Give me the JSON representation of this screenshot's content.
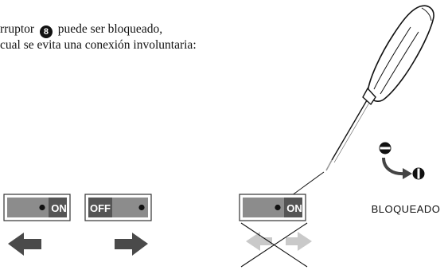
{
  "instruction": {
    "line1_before": "rruptor",
    "number": "8",
    "line1_after": "puede ser bloqueado,",
    "line2": "cual se evita una conexión involuntaria:"
  },
  "switches": {
    "on_label": "ON",
    "off_label": "OFF"
  },
  "lock": {
    "label": "BLOQUEADO"
  },
  "colors": {
    "switch_gray": "#8c8c8c",
    "arrow_dark": "#4a4a4a",
    "arrow_light": "#c9c9c9"
  }
}
